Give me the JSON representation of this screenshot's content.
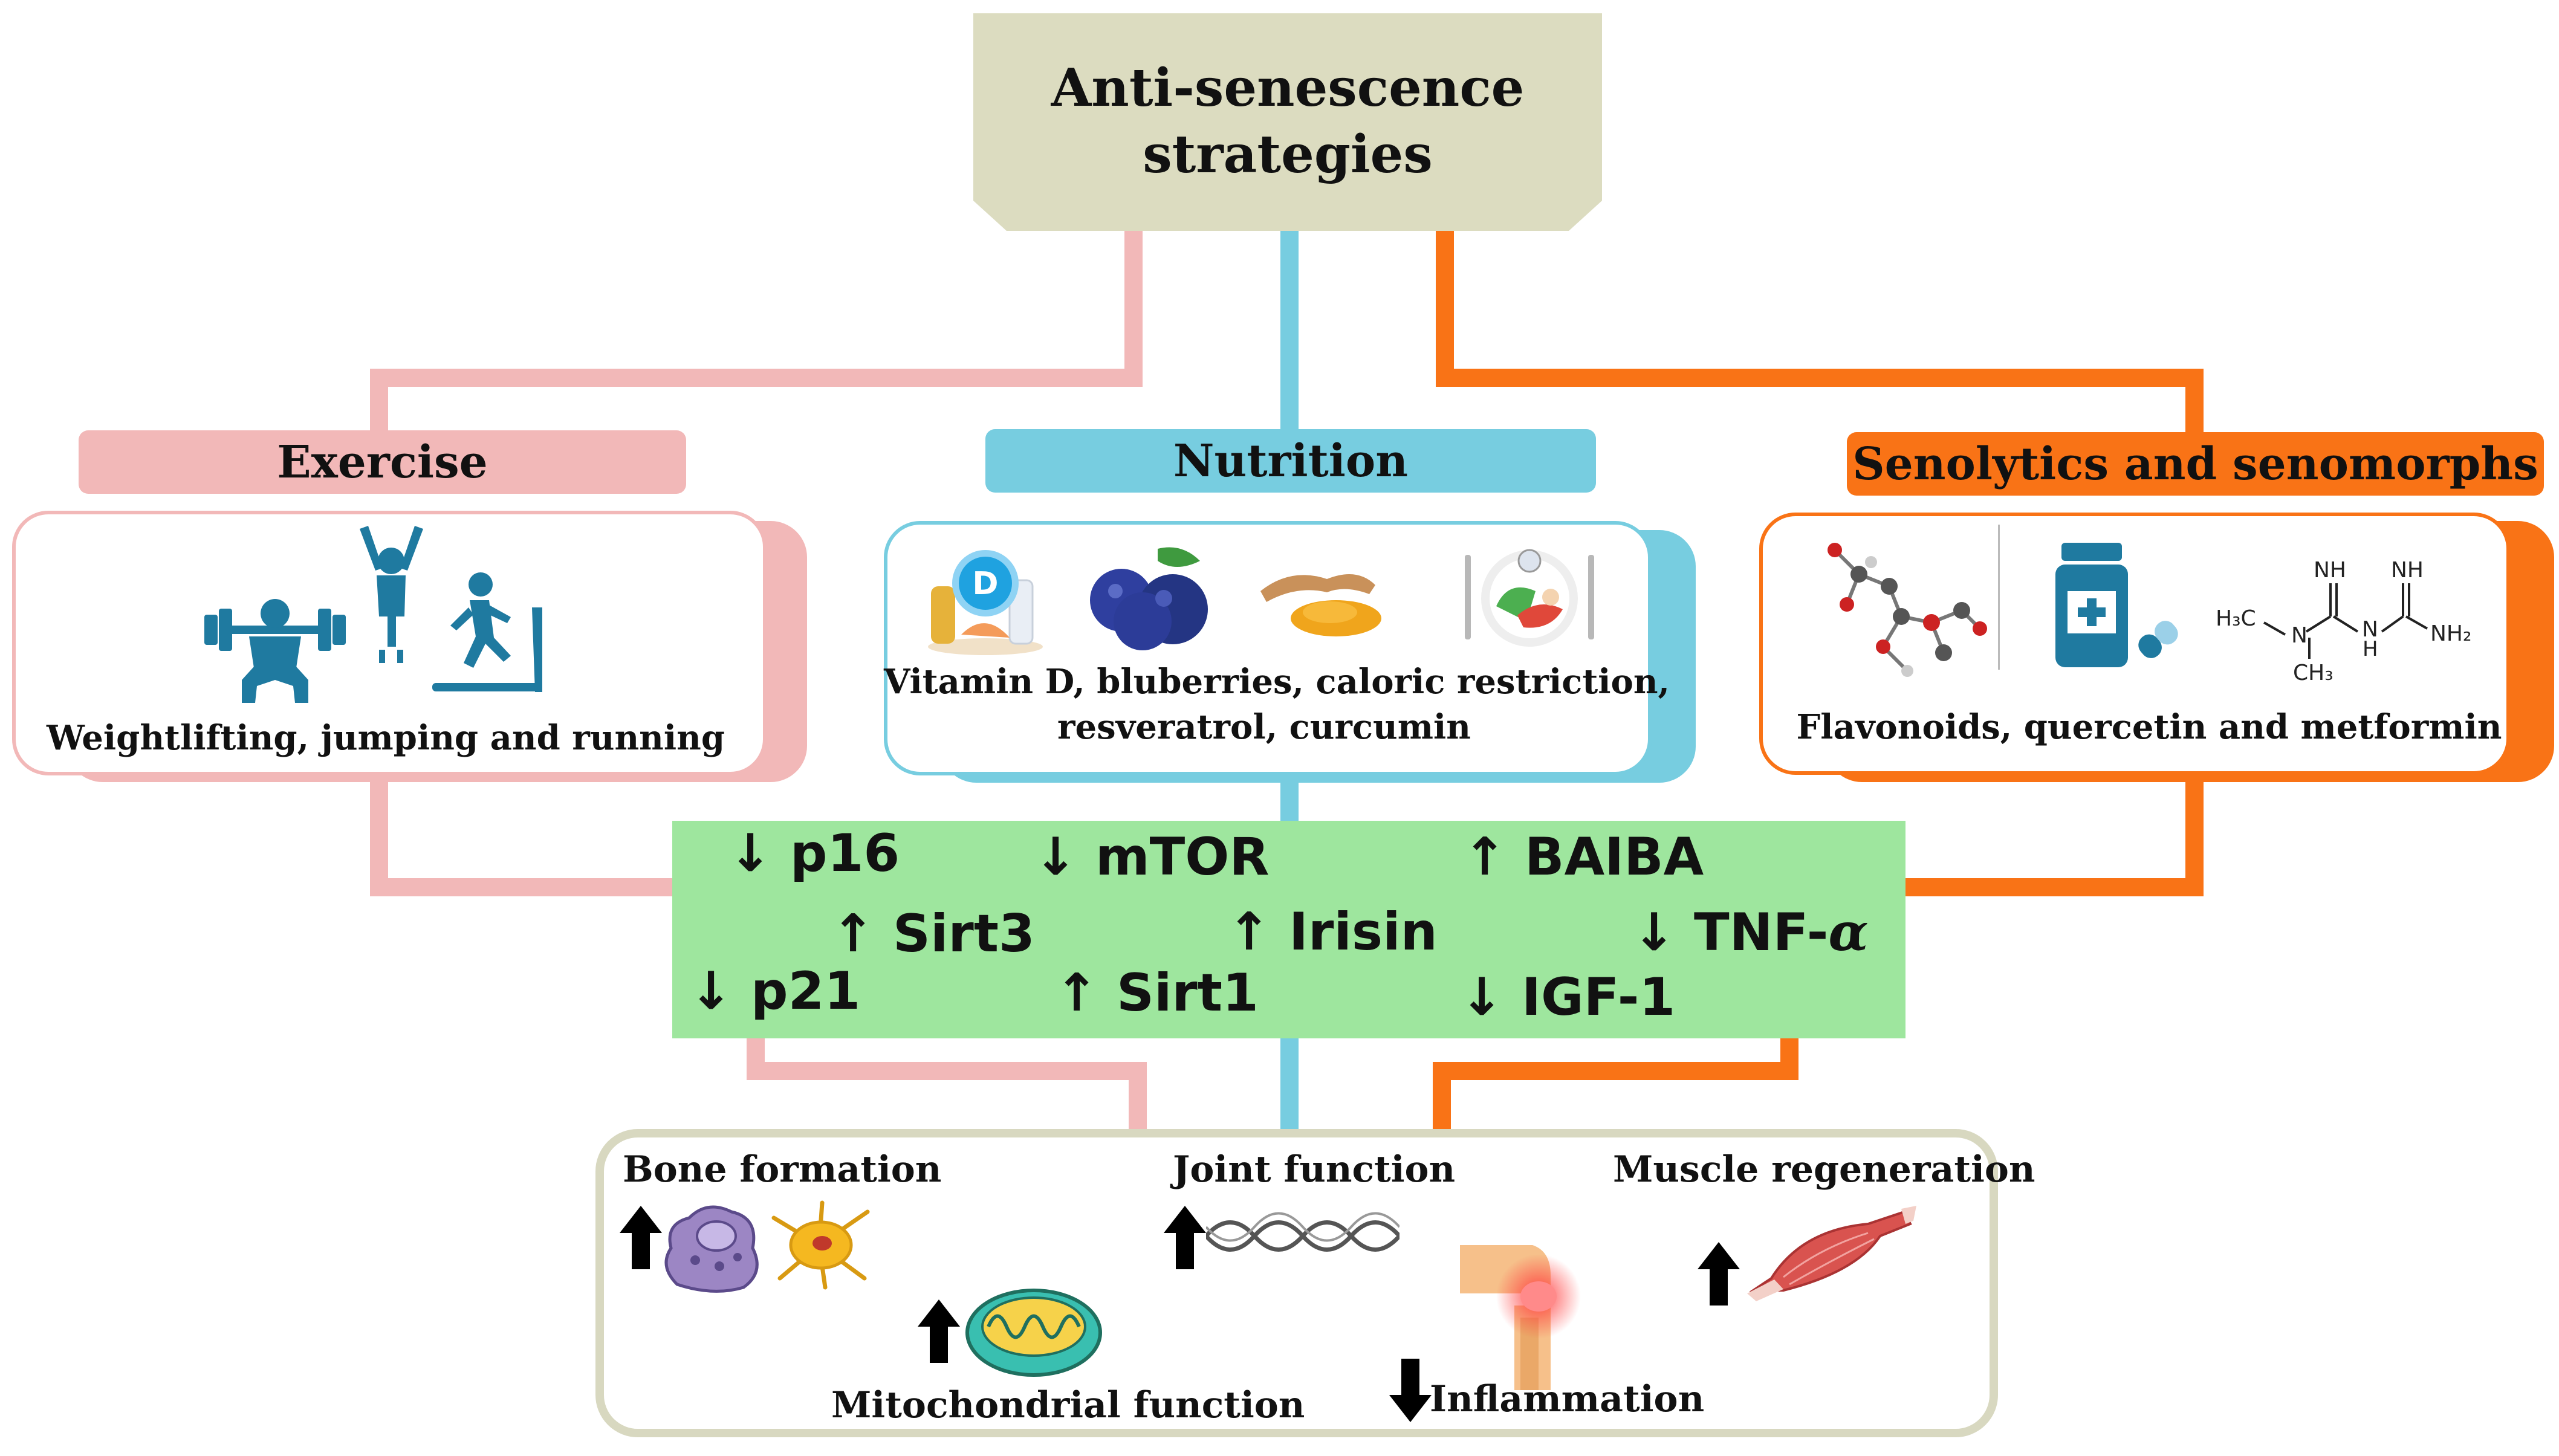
{
  "title": "Anti-senescence strategies",
  "title_lines": [
    "Anti-senescence",
    "strategies"
  ],
  "colors": {
    "title_box": "#dcdcc0",
    "exercise": "#f2b8b8",
    "nutrition": "#77cde0",
    "senolytics": "#f97316",
    "markers_box": "#9ee69e",
    "outcomes_border": "#d8d8c0",
    "icon_blue": "#1f7aa0"
  },
  "exercise": {
    "header": "Exercise",
    "caption": "Weightlifting, jumping and running",
    "icons": [
      "weightlifting-icon",
      "jumping-icon",
      "treadmill-running-icon"
    ]
  },
  "nutrition": {
    "header": "Nutrition",
    "caption_lines": [
      "Vitamin D, bluberries, caloric restriction,",
      "resveratrol, curcumin"
    ],
    "vitamin_text": "D",
    "icons": [
      "vitamin-d-foods-icon",
      "blueberries-icon",
      "turmeric-icon",
      "healthy-plate-icon"
    ]
  },
  "senolytics": {
    "header": "Senolytics and senomorphs",
    "caption": "Flavonoids, quercetin and metformin",
    "metformin_labels": {
      "h3c": "H₃C",
      "n": "N",
      "nh_left": "NH",
      "nh_right": "NH",
      "h": "H",
      "nh2": "NH₂",
      "ch3": "CH₃"
    },
    "icons": [
      "quercetin-molecule-icon",
      "medicine-bottle-icon",
      "metformin-structure-icon"
    ]
  },
  "markers": [
    {
      "arrow": "↓",
      "label": "p16"
    },
    {
      "arrow": "↓",
      "label": "mTOR"
    },
    {
      "arrow": "↑",
      "label": "BAIBA"
    },
    {
      "arrow": "↑",
      "label": "Sirt3"
    },
    {
      "arrow": "↑",
      "label": "Irisin"
    },
    {
      "arrow": "↓",
      "label": "TNF-",
      "greek": "α"
    },
    {
      "arrow": "↓",
      "label": "p21"
    },
    {
      "arrow": "↑",
      "label": "Sirt1"
    },
    {
      "arrow": "↓",
      "label": "IGF-1"
    }
  ],
  "outcomes": {
    "bone": "Bone formation",
    "joint": "Joint function",
    "muscle": "Muscle regeneration",
    "mito": "Mitochondrial function",
    "inflammation": "Inflammation"
  }
}
